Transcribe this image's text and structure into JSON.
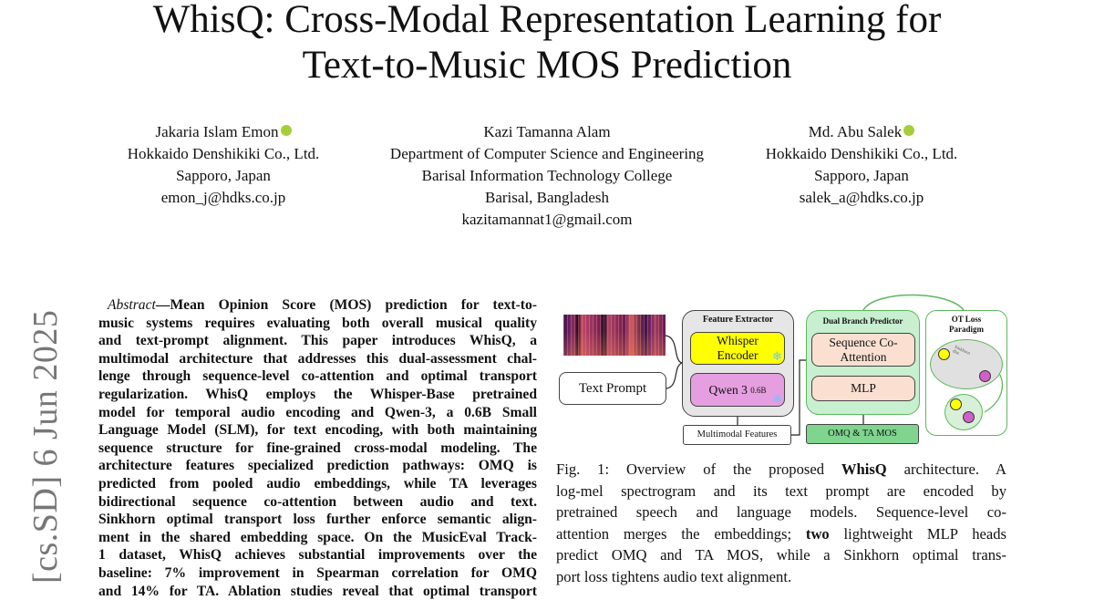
{
  "title": {
    "line1": "WhisQ: Cross-Modal Representation Learning for",
    "line2": "Text-to-Music MOS Prediction"
  },
  "authors": [
    {
      "name": "Jakaria Islam Emon",
      "lines": [
        "Hokkaido Denshikiki Co., Ltd.",
        "Sapporo, Japan",
        "emon_j@hdks.co.jp"
      ]
    },
    {
      "name": "Kazi Tamanna Alam",
      "lines": [
        "Department of Computer Science and Engineering",
        "Barisal Information Technology College",
        "Barisal, Bangladesh",
        "kazitamannat1@gmail.com"
      ]
    },
    {
      "name": "Md. Abu Salek",
      "lines": [
        "Hokkaido Denshikiki Co., Ltd.",
        "Sapporo, Japan",
        "salek_a@hdks.co.jp"
      ]
    }
  ],
  "arxiv_stamp": "[cs.SD]  6 Jun 2025",
  "abstract": {
    "label": "Abstract",
    "lines": [
      "—Mean Opinion Score (MOS) prediction for text-to-",
      "music systems requires evaluating both overall musical quality",
      "and text-prompt alignment. This paper introduces WhisQ, a",
      "multimodal architecture that addresses this dual-assessment chal-",
      "lenge through sequence-level co-attention and optimal transport",
      "regularization. WhisQ employs the Whisper-Base pretrained",
      "model for temporal audio encoding and Qwen-3, a 0.6B Small",
      "Language Model (SLM), for text encoding, with both maintaining",
      "sequence structure for fine-grained cross-modal modeling. The",
      "architecture features specialized prediction pathways: OMQ is",
      "predicted from pooled audio embeddings, while TA leverages",
      "bidirectional sequence co-attention between audio and text.",
      "Sinkhorn optimal transport loss further enforce semantic align-",
      "ment in the shared embedding space. On the MusicEval Track-",
      "1 dataset, WhisQ achieves substantial improvements over the",
      "baseline: 7% improvement in Spearman correlation for OMQ",
      "and 14% for TA. Ablation studies reveal that optimal transport"
    ]
  },
  "figure": {
    "text_prompt": "Text Prompt",
    "feature_extractor": "Feature Extractor",
    "whisper": "Whisper Encoder",
    "qwen": "Qwen 3",
    "qwen_size": "0.6B",
    "multimodal": "Multimodal Features",
    "dual_branch": "Dual Branch  Predictor",
    "seq_coatt": "Sequence Co-Attention",
    "mlp": "MLP",
    "output": "OMQ & TA MOS",
    "ot_loss": "OT Loss Paradigm",
    "sinkhorn": "Sinkhorn dist.",
    "colors": {
      "whisper": "#ffff00",
      "qwen": "#e59ee0",
      "extractor": "#e6e6e6",
      "predictor": "#c8efd0",
      "inner": "#fbe0d2",
      "output": "#7fd48e",
      "border_green": "#5cb85c"
    }
  },
  "caption": {
    "l1a": "Fig. 1: Overview of the proposed ",
    "l1b": "WhisQ",
    "l1c": " architecture. A",
    "l2": "log-mel spectrogram and its text prompt are encoded by",
    "l3": "pretrained speech and language models. Sequence-level co-",
    "l4a": "attention merges the embeddings; ",
    "l4b": "two",
    "l4c": " lightweight MLP heads",
    "l5": "predict OMQ and TA MOS, while a Sinkhorn optimal trans-",
    "l6": "port loss tightens audio text alignment."
  }
}
